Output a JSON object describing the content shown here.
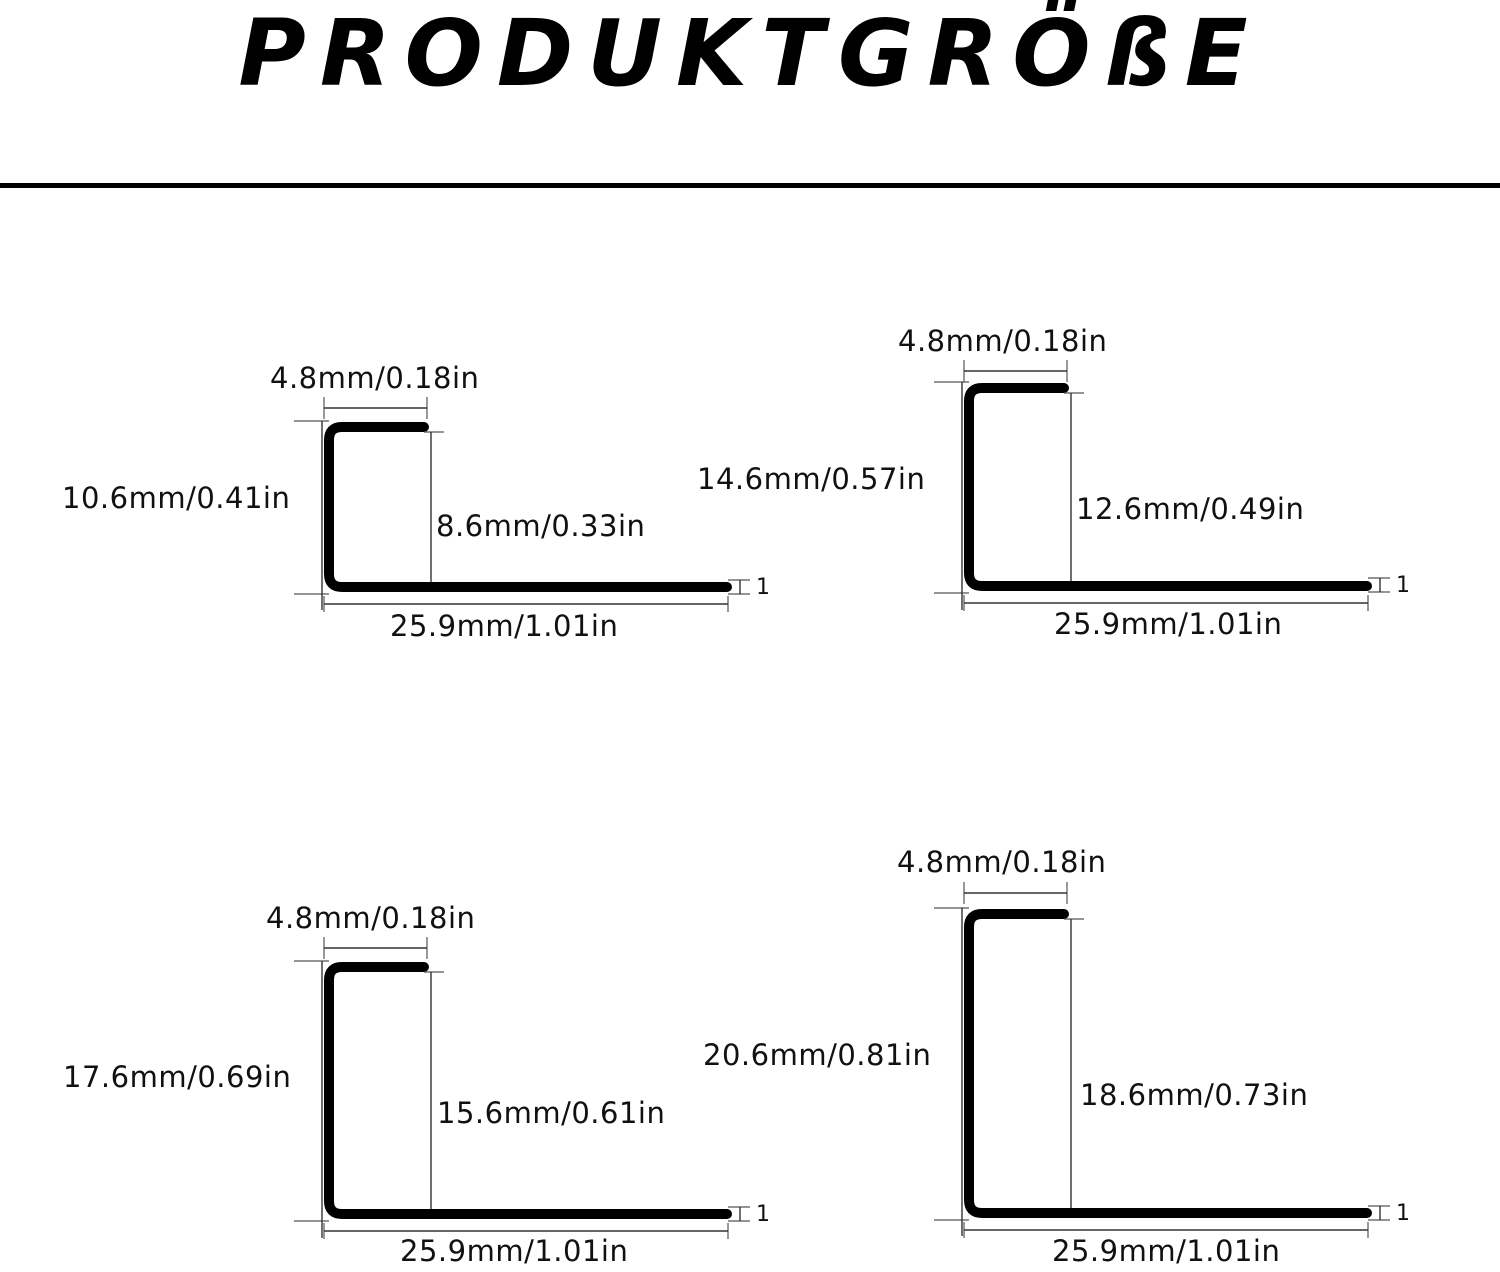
{
  "title": "PRODUKTGRÖßE",
  "profiles": [
    {
      "id": "a",
      "top_width": "4.8mm/0.18in",
      "outer_height": "10.6mm/0.41in",
      "inner_height": "8.6mm/0.33in",
      "base_width": "25.9mm/1.01in",
      "thickness": "1"
    },
    {
      "id": "b",
      "top_width": "4.8mm/0.18in",
      "outer_height": "14.6mm/0.57in",
      "inner_height": "12.6mm/0.49in",
      "base_width": "25.9mm/1.01in",
      "thickness": "1"
    },
    {
      "id": "c",
      "top_width": "4.8mm/0.18in",
      "outer_height": "17.6mm/0.69in",
      "inner_height": "15.6mm/0.61in",
      "base_width": "25.9mm/1.01in",
      "thickness": "1"
    },
    {
      "id": "d",
      "top_width": "4.8mm/0.18in",
      "outer_height": "20.6mm/0.81in",
      "inner_height": "18.6mm/0.73in",
      "base_width": "25.9mm/1.01in",
      "thickness": "1"
    }
  ]
}
